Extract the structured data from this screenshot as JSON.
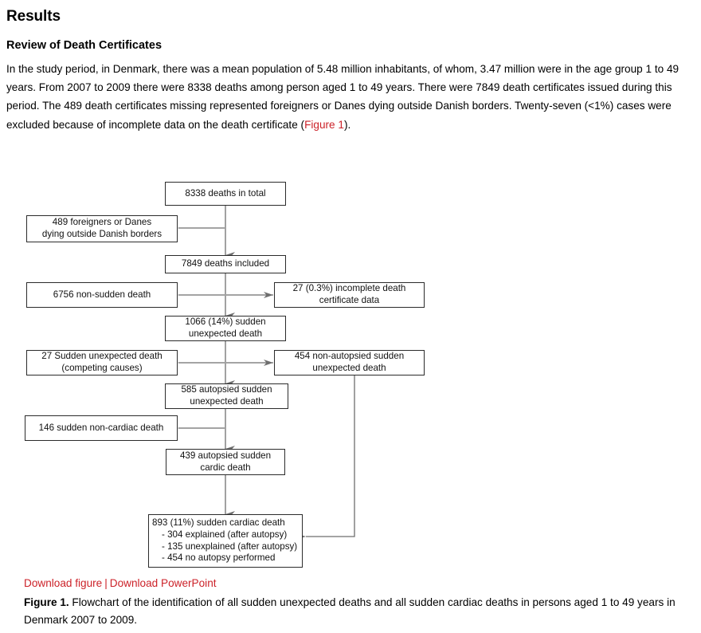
{
  "article": {
    "heading": "Results",
    "subheading": "Review of Death Certificates",
    "paragraph_part1": "In the study period, in Denmark, there was a mean population of 5.48 million inhabitants, of whom, 3.47 million were in the age group 1 to 49 years. From 2007 to 2009 there were 8338 deaths among person aged 1 to 49 years. There were 7849 death certificates issued during this period. The 489 death certificates missing represented foreigners or Danes dying outside Danish borders. Twenty-seven (<1%) cases were excluded because of incomplete data on the death certificate (",
    "paragraph_link": "Figure 1",
    "paragraph_part2": ")."
  },
  "figure": {
    "link_download_figure": "Download figure",
    "link_separator": "|",
    "link_download_powerpoint": "Download PowerPoint",
    "caption_label": "Figure 1.",
    "caption_text": " Flowchart of the identification of all sudden unexpected deaths and all sudden cardiac deaths in persons aged 1 to 49 years in Denmark 2007 to 2009."
  },
  "flowchart": {
    "type": "flowchart",
    "link_color": "#cc2229",
    "box_border_color": "#2b2b2b",
    "connector_color": "#6e6e6e",
    "nodes": [
      {
        "id": "total",
        "lines": [
          "8338 deaths in total"
        ]
      },
      {
        "id": "excluded-foreign",
        "lines": [
          "489 foreigners or Danes",
          "dying outside Danish borders"
        ]
      },
      {
        "id": "included",
        "lines": [
          "7849 deaths included"
        ]
      },
      {
        "id": "non-sudden",
        "lines": [
          "6756 non-sudden death"
        ]
      },
      {
        "id": "incomplete",
        "lines": [
          "27 (0.3%) incomplete death",
          "certificate data"
        ]
      },
      {
        "id": "sudden-unexpected",
        "lines": [
          "1066 (14%) sudden",
          "unexpected death"
        ]
      },
      {
        "id": "competing",
        "lines": [
          "27 Sudden unexpected death",
          "(competing causes)"
        ]
      },
      {
        "id": "non-autopsied",
        "lines": [
          "454 non-autopsied sudden",
          "unexpected death"
        ]
      },
      {
        "id": "autopsied-sue",
        "lines": [
          "585 autopsied sudden",
          "unexpected death"
        ]
      },
      {
        "id": "non-cardiac",
        "lines": [
          "146 sudden non-cardiac death"
        ]
      },
      {
        "id": "autopsied-scd",
        "lines": [
          "439 autopsied sudden",
          "cardic death"
        ]
      },
      {
        "id": "final-scd",
        "lines": [
          "893 (11%) sudden cardiac death",
          "-  304 explained (after autopsy)",
          "-  135 unexplained (after autopsy)",
          "-  454 no autopsy performed"
        ]
      }
    ]
  }
}
